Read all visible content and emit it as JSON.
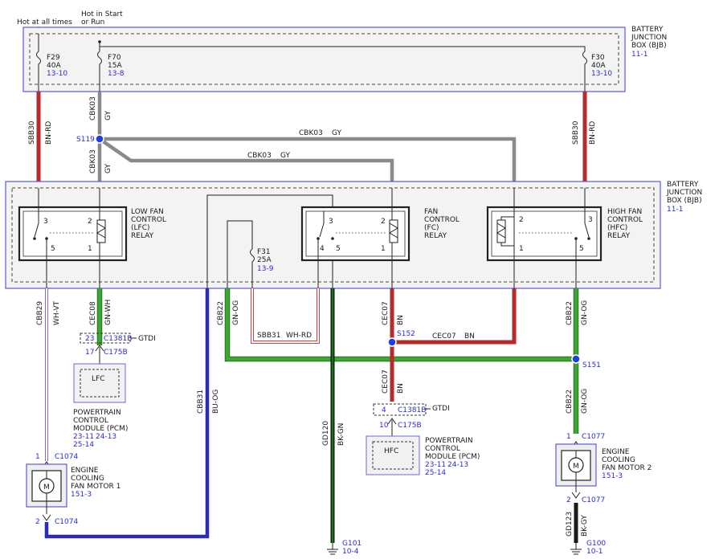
{
  "header": {
    "hot_always": "Hot at all times",
    "hot_start_1": "Hot in Start",
    "hot_start_2": "or Run"
  },
  "bjb_top": {
    "line1": "BATTERY",
    "line2": "JUNCTION",
    "line3": "BOX (BJB)",
    "ref": "11-1"
  },
  "bjb_mid": {
    "line1": "BATTERY",
    "line2": "JUNCTION",
    "line3": "BOX (BJB)",
    "ref": "11-1"
  },
  "fuses": {
    "f29": {
      "name": "F29",
      "amp": "40A",
      "ref": "13-10"
    },
    "f70": {
      "name": "F70",
      "amp": "15A",
      "ref": "13-8"
    },
    "f30": {
      "name": "F30",
      "amp": "40A",
      "ref": "13-10"
    },
    "f31": {
      "name": "F31",
      "amp": "25A",
      "ref": "13-9"
    }
  },
  "relays": {
    "lfc": {
      "l1": "LOW FAN",
      "l2": "CONTROL",
      "l3": "(LFC)",
      "l4": "RELAY",
      "p3": "3",
      "p2": "2",
      "p5": "5",
      "p1": "1"
    },
    "fc": {
      "l1": "FAN",
      "l2": "CONTROL",
      "l3": "(FC)",
      "l4": "RELAY",
      "p3": "3",
      "p2": "2",
      "p4": "4",
      "p5": "5",
      "p1": "1"
    },
    "hfc": {
      "l1": "HIGH FAN",
      "l2": "CONTROL",
      "l3": "(HFC)",
      "l4": "RELAY",
      "p2": "2",
      "p3": "3",
      "p1": "1",
      "p5": "5"
    }
  },
  "wires": {
    "sbb30_left": {
      "circuit": "SBB30",
      "color": "BN-RD"
    },
    "sbb30_right": {
      "circuit": "SBB30",
      "color": "BN-RD"
    },
    "cbk03_top": {
      "circuit": "CBK03",
      "color": "GY"
    },
    "cbk03_mid": {
      "circuit": "CBK03",
      "color": "GY"
    },
    "cbk03_h1": {
      "circuit": "CBK03",
      "color": "GY"
    },
    "cbk03_h2": {
      "circuit": "CBK03",
      "color": "GY"
    },
    "cbb29": {
      "circuit": "CBB29",
      "color": "WH-VT"
    },
    "cec08": {
      "circuit": "CEC08",
      "color": "GN-WH"
    },
    "cbb31": {
      "circuit": "CBB31",
      "color": "BU-OG"
    },
    "cbb22_left": {
      "circuit": "CBB22",
      "color": "GN-OG"
    },
    "sbb31": {
      "circuit": "SBB31",
      "color": "WH-RD"
    },
    "gd120": {
      "circuit": "GD120",
      "color": "BK-GN"
    },
    "cec07_top": {
      "circuit": "CEC07",
      "color": "BN"
    },
    "cec07_h": {
      "circuit": "CEC07",
      "color": "BN"
    },
    "cec07_bot": {
      "circuit": "CEC07",
      "color": "BN"
    },
    "cbb22_right_top": {
      "circuit": "CBB22",
      "color": "GN-OG"
    },
    "cbb22_right_bot": {
      "circuit": "CBB22",
      "color": "GN-OG"
    },
    "gd123": {
      "circuit": "GD123",
      "color": "BK-GY"
    }
  },
  "splices": {
    "s119": "S119",
    "s152": "S152",
    "s151": "S151"
  },
  "connectors": {
    "c1381b_left": {
      "pin": "23",
      "name": "C1381B",
      "note": "GTDI"
    },
    "c175b_left": {
      "pin": "17",
      "name": "C175B"
    },
    "c1381b_right": {
      "pin": "4",
      "name": "C1381B",
      "note": "GTDI"
    },
    "c175b_right": {
      "pin": "10",
      "name": "C175B"
    },
    "c1074_top": {
      "pin": "1",
      "name": "C1074"
    },
    "c1074_bot": {
      "pin": "2",
      "name": "C1074"
    },
    "c1077_top": {
      "pin": "1",
      "name": "C1077"
    },
    "c1077_bot": {
      "pin": "2",
      "name": "C1077"
    }
  },
  "pcm_left": {
    "inner": "LFC",
    "l1": "POWERTRAIN",
    "l2": "CONTROL",
    "l3": "MODULE (PCM)",
    "ref1": "23-11",
    "ref2": "24-13",
    "ref3": "25-14"
  },
  "pcm_right": {
    "inner": "HFC",
    "l1": "POWERTRAIN",
    "l2": "CONTROL",
    "l3": "MODULE (PCM)",
    "ref1": "23-11",
    "ref2": "24-13",
    "ref3": "25-14"
  },
  "motor1": {
    "symbol": "M",
    "l1": "ENGINE",
    "l2": "COOLING",
    "l3": "FAN MOTOR 1",
    "ref": "151-3"
  },
  "motor2": {
    "symbol": "M",
    "l1": "ENGINE",
    "l2": "COOLING",
    "l3": "FAN MOTOR 2",
    "ref": "151-3"
  },
  "grounds": {
    "g101": {
      "name": "G101",
      "ref": "10-4"
    },
    "g100": {
      "name": "G100",
      "ref": "10-1"
    }
  },
  "colors": {
    "box_border": "#5a5ae0",
    "ref_text": "#2a2ad8",
    "wire_bn_rd": "#b52a2a",
    "wire_gy": "#8a8a8a",
    "wire_gn": "#3aa832",
    "wire_bu_og": "#2b2bb5",
    "wire_bk": "#0a2a0a",
    "splice": "#1f3fe0"
  },
  "icons": {
    "motor": "motor-icon",
    "relay_coil": "relay-coil-icon",
    "ground": "ground-icon",
    "fuse": "fuse-icon",
    "splice": "splice-dot-icon"
  }
}
